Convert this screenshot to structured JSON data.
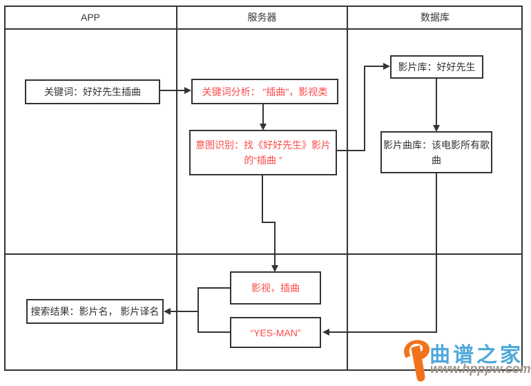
{
  "header": {
    "columns": [
      "APP",
      "服务器",
      "数据库"
    ]
  },
  "nodes": {
    "app_keyword": {
      "label": "关键词：好好先生插曲"
    },
    "server_analysis": {
      "label": "关键词分析： \"插曲\"，影视类"
    },
    "server_intent": {
      "line1": "意图识别：找《好好先生》影片",
      "line2": "的“插曲 ”"
    },
    "db_movie": {
      "label": "影片库：好好先生"
    },
    "db_songs": {
      "label": "影片曲库：该电影所有歌曲"
    },
    "result_tags": {
      "label": "影视，插曲"
    },
    "yes_man": {
      "label": "“YES-MAN”"
    },
    "app_result": {
      "label": "搜索结果：影片名， 影片译名"
    }
  },
  "watermark": {
    "site_name": "曲谱之家",
    "site_url": "www.hpppw.com"
  },
  "colors": {
    "line": "#333333",
    "dark_text": "#333333",
    "red_text": "#fb4a4a",
    "logo_orange": "#f2731d",
    "logo_blue": "#4ea9d9",
    "logo_gray": "#9b948b"
  }
}
